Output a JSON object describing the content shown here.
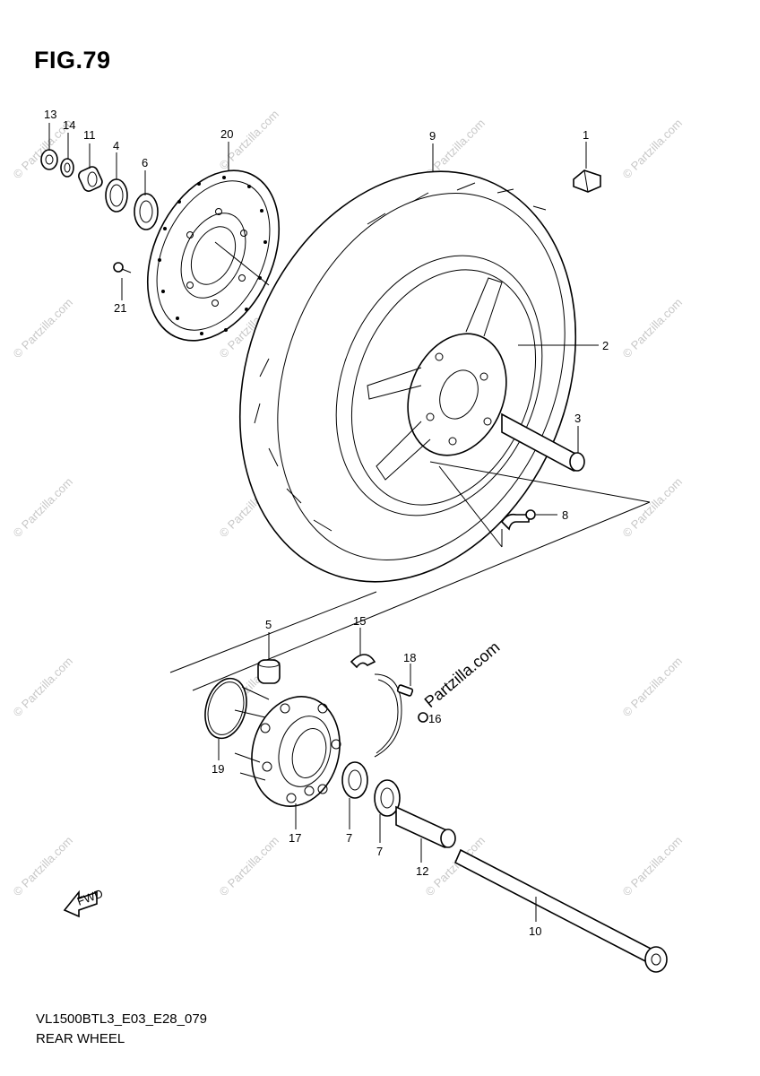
{
  "figure_title": "FIG.79",
  "footer": {
    "code": "VL1500BTL3_E03_E28_079",
    "name": "REAR WHEEL"
  },
  "watermark": "© Partzilla.com",
  "watermark_center": "Partzilla.com",
  "fwd_label": "FWD",
  "callouts": {
    "c1": "1",
    "c2": "2",
    "c3": "3",
    "c4": "4",
    "c5": "5",
    "c6": "6",
    "c7a": "7",
    "c7b": "7",
    "c8": "8",
    "c9": "9",
    "c10": "10",
    "c11": "11",
    "c12": "12",
    "c13": "13",
    "c14": "14",
    "c15": "15",
    "c16": "16",
    "c17": "17",
    "c18": "18",
    "c19": "19",
    "c20": "20",
    "c21": "21"
  }
}
